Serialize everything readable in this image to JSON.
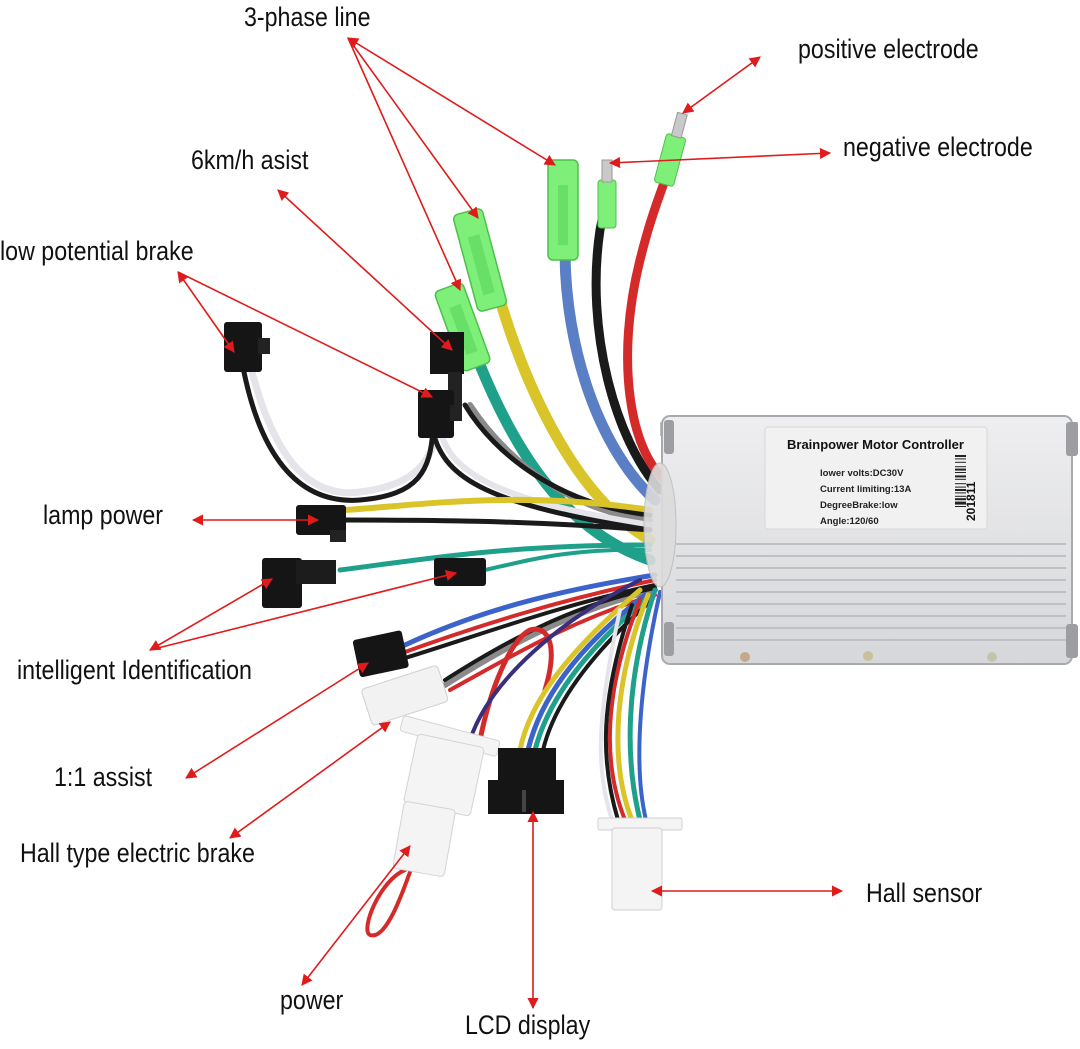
{
  "diagram": {
    "title": "Brainpower Motor Controller wiring diagram",
    "accent_color": "#e01b1b",
    "labels": {
      "three_phase_line": "3-phase line",
      "positive_electrode": "positive electrode",
      "negative_electrode": "negative electrode",
      "six_kmh_assist": "6km/h asist",
      "low_potential_brake": "low potential brake",
      "lamp_power": "lamp power",
      "intelligent_identification": "intelligent Identification",
      "one_to_one_assist": "1:1 assist",
      "hall_type_electric_brake": "Hall type electric brake",
      "hall_sensor": "Hall sensor",
      "power": "power",
      "lcd_display": "LCD display"
    },
    "controller": {
      "brand_title": "Brainpower Motor Controller",
      "specs": [
        "lower volts:DC30V",
        "Current limiting:13A",
        "DegreeBrake:low",
        "Angle:120/60"
      ],
      "serial": "201811"
    },
    "wire_colors": {
      "red": "#d42a2a",
      "black": "#1a1a1a",
      "blue": "#5a7fc4",
      "yellow": "#d9c42a",
      "green": "#1fa08a",
      "white": "#e8e8ee",
      "gray": "#8a8a8a",
      "purple": "#3a2f7a",
      "green_terminal": "#7ef07a"
    }
  }
}
